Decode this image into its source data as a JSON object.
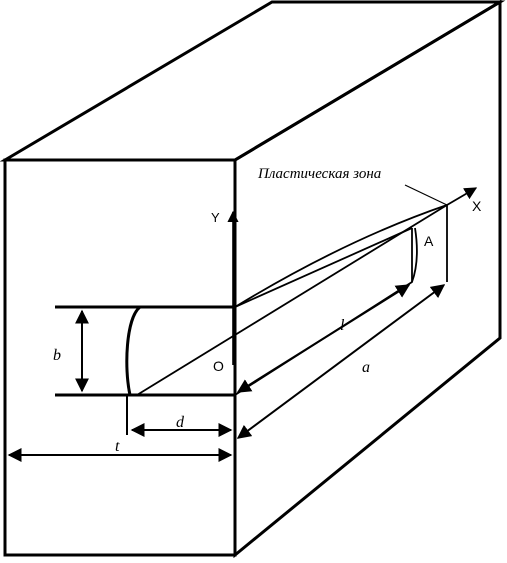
{
  "labels": {
    "plastic_zone": "Пластическая зона",
    "x_axis": "X",
    "y_axis": "Y",
    "origin": "O",
    "point_a": "A",
    "dim_b": "b",
    "dim_d": "d",
    "dim_t": "t",
    "dim_l": "l",
    "dim_a": "a"
  }
}
